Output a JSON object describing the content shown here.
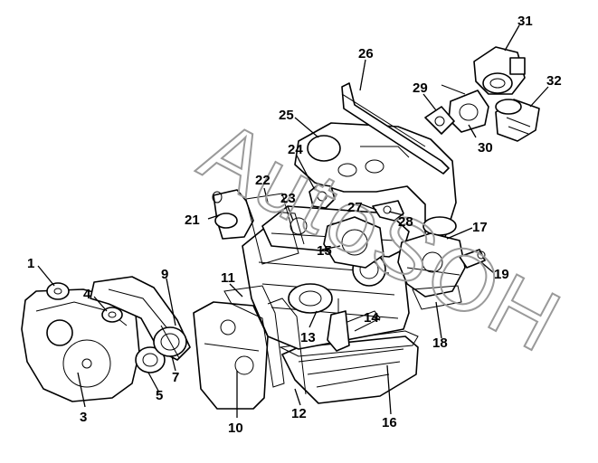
{
  "watermark": "AutoSOH",
  "callouts": [
    {
      "id": "c1",
      "label": "1"
    },
    {
      "id": "c3",
      "label": "3"
    },
    {
      "id": "c4",
      "label": "4"
    },
    {
      "id": "c5",
      "label": "5"
    },
    {
      "id": "c7",
      "label": "7"
    },
    {
      "id": "c9",
      "label": "9"
    },
    {
      "id": "c10",
      "label": "10"
    },
    {
      "id": "c11",
      "label": "11"
    },
    {
      "id": "c12",
      "label": "12"
    },
    {
      "id": "c13",
      "label": "13"
    },
    {
      "id": "c14",
      "label": "14"
    },
    {
      "id": "c15",
      "label": "15"
    },
    {
      "id": "c16",
      "label": "16"
    },
    {
      "id": "c17",
      "label": "17"
    },
    {
      "id": "c18",
      "label": "18"
    },
    {
      "id": "c19",
      "label": "19"
    },
    {
      "id": "c21",
      "label": "21"
    },
    {
      "id": "c22",
      "label": "22"
    },
    {
      "id": "c23",
      "label": "23"
    },
    {
      "id": "c24",
      "label": "24"
    },
    {
      "id": "c25",
      "label": "25"
    },
    {
      "id": "c26",
      "label": "26"
    },
    {
      "id": "c27",
      "label": "27"
    },
    {
      "id": "c28",
      "label": "28"
    },
    {
      "id": "c29",
      "label": "29"
    },
    {
      "id": "c30",
      "label": "30"
    },
    {
      "id": "c31",
      "label": "31"
    },
    {
      "id": "c32",
      "label": "32"
    }
  ]
}
